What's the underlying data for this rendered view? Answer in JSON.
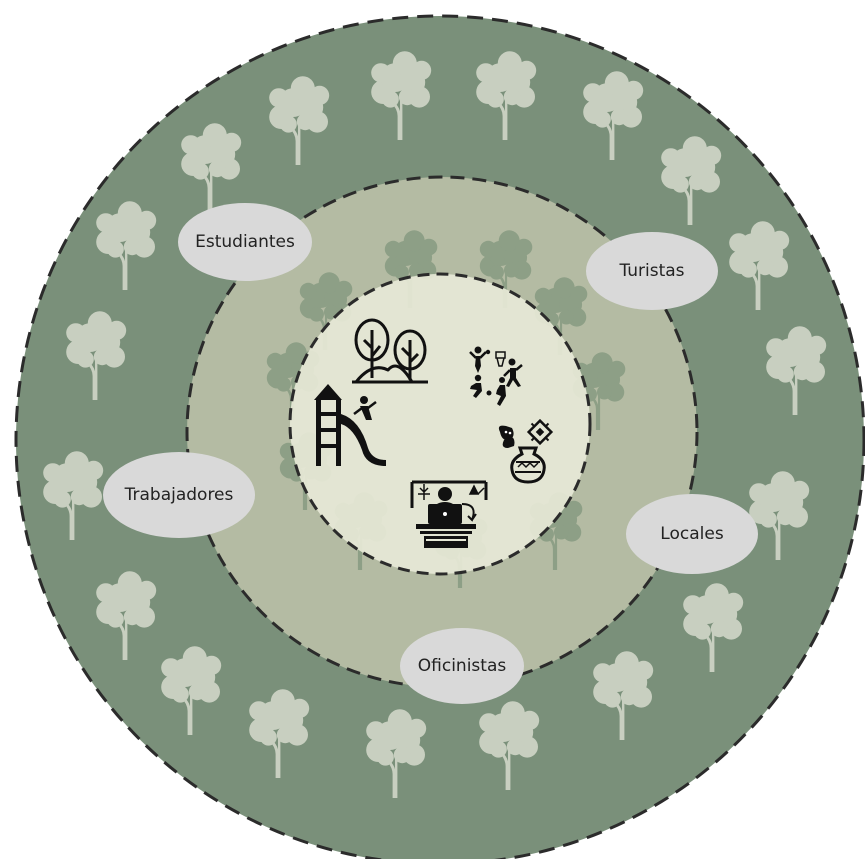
{
  "colors": {
    "outer_ring": "#7a907a",
    "middle_ring": "#b4bba3",
    "inner_circle": "#e6e8d6",
    "tree_outer": "#c8cfc0",
    "tree_middle": "#8d9f86",
    "ring_border": "#2b2b2b",
    "label_bubble": "#d9d9d9",
    "icon": "#111111"
  },
  "labels": {
    "estudiantes": "Estudiantes",
    "turistas": "Turistas",
    "trabajadores": "Trabajadores",
    "locales": "Locales",
    "oficinistas": "Oficinistas"
  },
  "icons": {
    "trees": "trees-icon",
    "sports": "sports-activities-icon",
    "playground": "playground-slide-icon",
    "crafts": "crafts-culture-icon",
    "remote_work": "remote-work-laptop-icon"
  }
}
